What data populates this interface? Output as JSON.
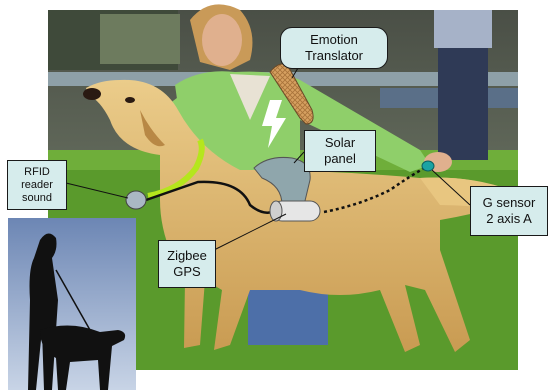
{
  "callouts": {
    "emotion": {
      "line1": "Emotion",
      "line2": "Translator"
    },
    "solar": {
      "line1": "Solar",
      "line2": "panel"
    },
    "rfid": {
      "line1": "RFID",
      "line2": "reader",
      "line3": "sound"
    },
    "zigbee": {
      "line1": "Zigbee",
      "line2": "GPS"
    },
    "gsensor": {
      "line1": "G sensor",
      "line2": "2 axis A"
    }
  },
  "colors": {
    "callout_fill": "#d6ecec",
    "collar": "#b5e61d",
    "sweater": "#8fcf6a",
    "grass": "#5a9a2c",
    "dog_coat": "#d9b46a",
    "silhouette_bg": "#8fa6c8"
  }
}
